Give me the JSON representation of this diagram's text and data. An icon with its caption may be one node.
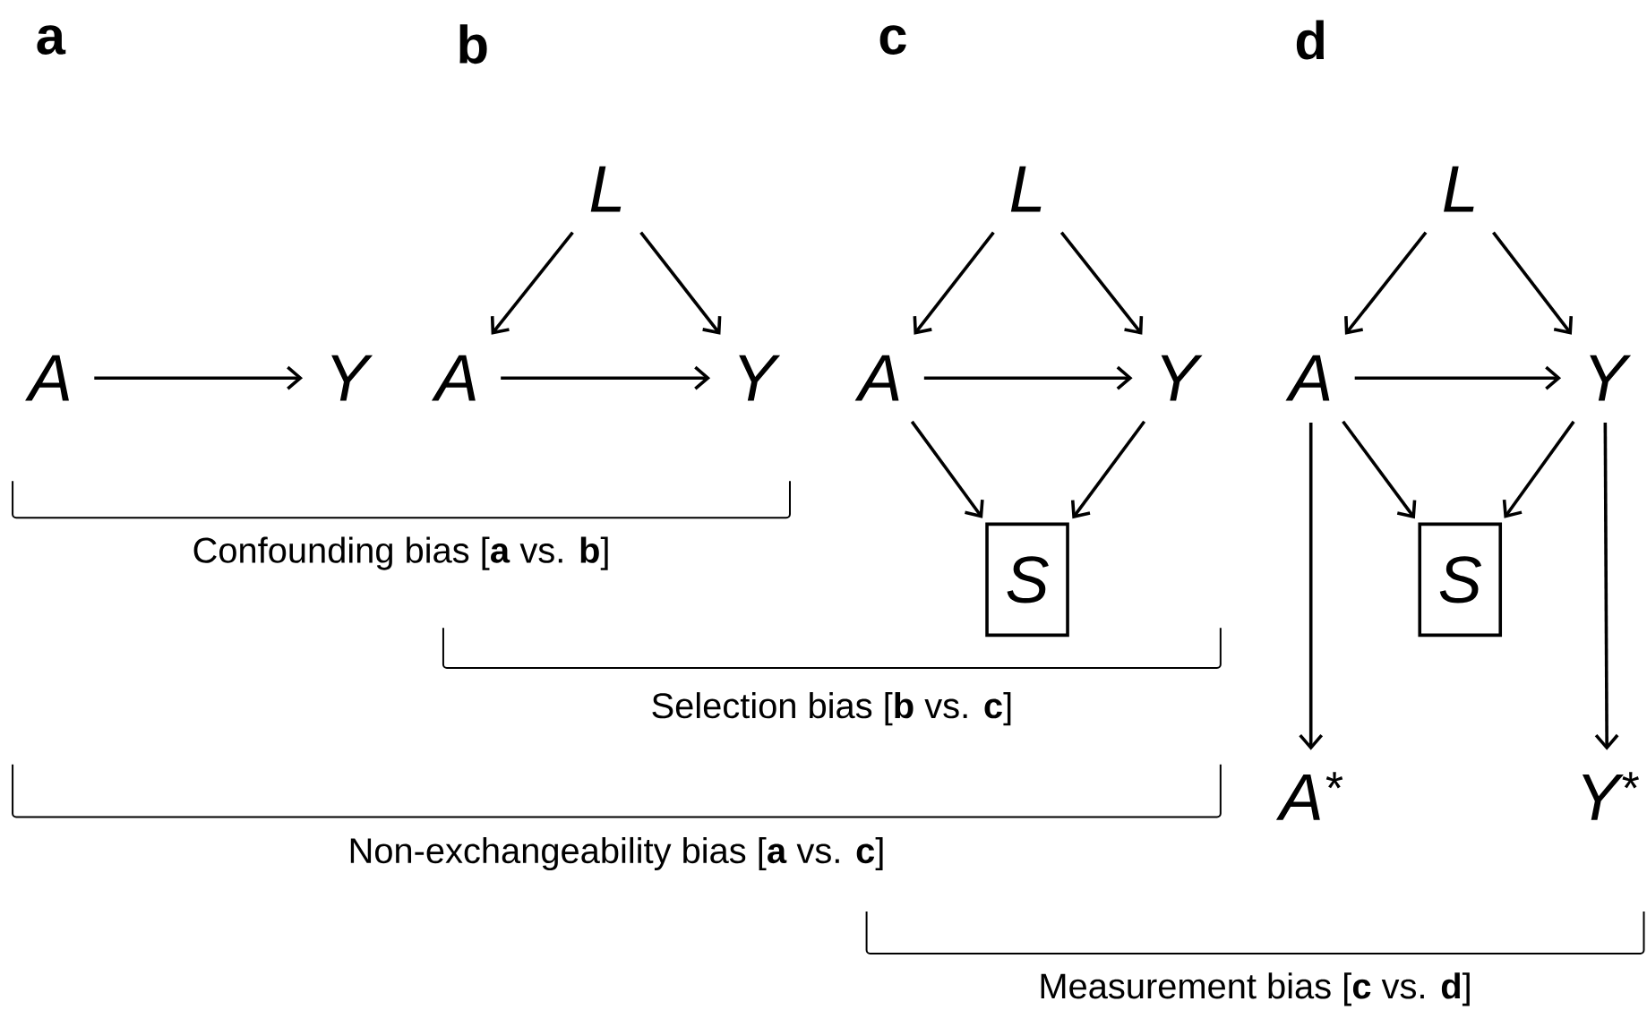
{
  "diagram": {
    "nodes": [
      {
        "text": [
          "A"
        ]
      },
      {
        "text": [
          "Y"
        ]
      },
      {
        "text": [
          "L"
        ]
      },
      {
        "text": [
          "A"
        ]
      },
      {
        "text": [
          "Y"
        ]
      },
      {
        "text": [
          "L"
        ]
      },
      {
        "text": [
          "A"
        ]
      },
      {
        "text": [
          "Y"
        ]
      },
      {
        "text": [
          "S"
        ]
      },
      {
        "text": [
          "L"
        ]
      },
      {
        "text": [
          "A"
        ]
      },
      {
        "text": [
          "Y"
        ]
      },
      {
        "text": [
          "S"
        ]
      },
      {
        "text": [
          "A$^{*}$"
        ]
      },
      {
        "text": [
          "Y$^{*}$"
        ]
      }
    ],
    "edges": [
      {
        "from": 0,
        "to": 1,
        "arrow": "to"
      },
      {
        "from": 2,
        "to": 3,
        "arrow": "to"
      },
      {
        "from": 2,
        "to": 4,
        "arrow": "to"
      },
      {
        "from": 3,
        "to": 4,
        "arrow": "to"
      },
      {
        "from": 5,
        "to": 6,
        "arrow": "to"
      },
      {
        "from": 5,
        "to": 7,
        "arrow": "to"
      },
      {
        "from": 6,
        "to": 7,
        "arrow": "to"
      },
      {
        "from": 6,
        "to": 8,
        "arrow": "to"
      },
      {
        "from": 7,
        "to": 8,
        "arrow": "to"
      },
      {
        "from": 9,
        "to": 10,
        "arrow": "to"
      },
      {
        "from": 9,
        "to": 11,
        "arrow": "to"
      },
      {
        "from": 10,
        "to": 11,
        "arrow": "to"
      },
      {
        "from": 10,
        "to": 12,
        "arrow": "to"
      },
      {
        "from": 11,
        "to": 12,
        "arrow": "to"
      },
      {
        "from": 10,
        "to": 13,
        "arrow": "to"
      },
      {
        "from": 11,
        "to": 14,
        "arrow": "to"
      }
    ],
    "labels": [
      "a",
      "b",
      "c",
      "d",
      "Confounding bias [**a** vs. **b**]",
      "Selection bias [**b** vs. **c**]",
      "Non-exchangeability bias [**a** vs. **c**]",
      "Measurement bias [**c** vs. **d**]"
    ]
  }
}
